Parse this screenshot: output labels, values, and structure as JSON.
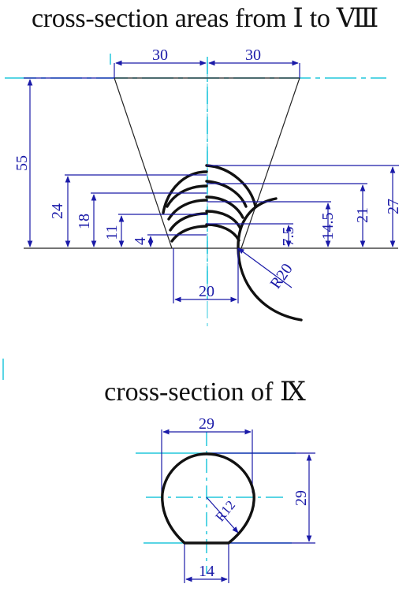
{
  "titles": {
    "top": "cross-section areas from Ⅰ to Ⅷ",
    "bottom": "cross-section of Ⅸ"
  },
  "top_diagram": {
    "half_width_left": "30",
    "half_width_right": "30",
    "height": "55",
    "left_heights": [
      "24",
      "18",
      "11",
      "4"
    ],
    "right_heights": [
      "27",
      "21",
      "14.5",
      "7.5"
    ],
    "base_width": "20",
    "radius": "R20"
  },
  "bottom_diagram": {
    "width": "29",
    "height": "29",
    "base_width": "14",
    "radius": "R12"
  },
  "colors": {
    "outline": "#111111",
    "dimension": "#1a1aa8",
    "centerline": "#22c7dc"
  }
}
